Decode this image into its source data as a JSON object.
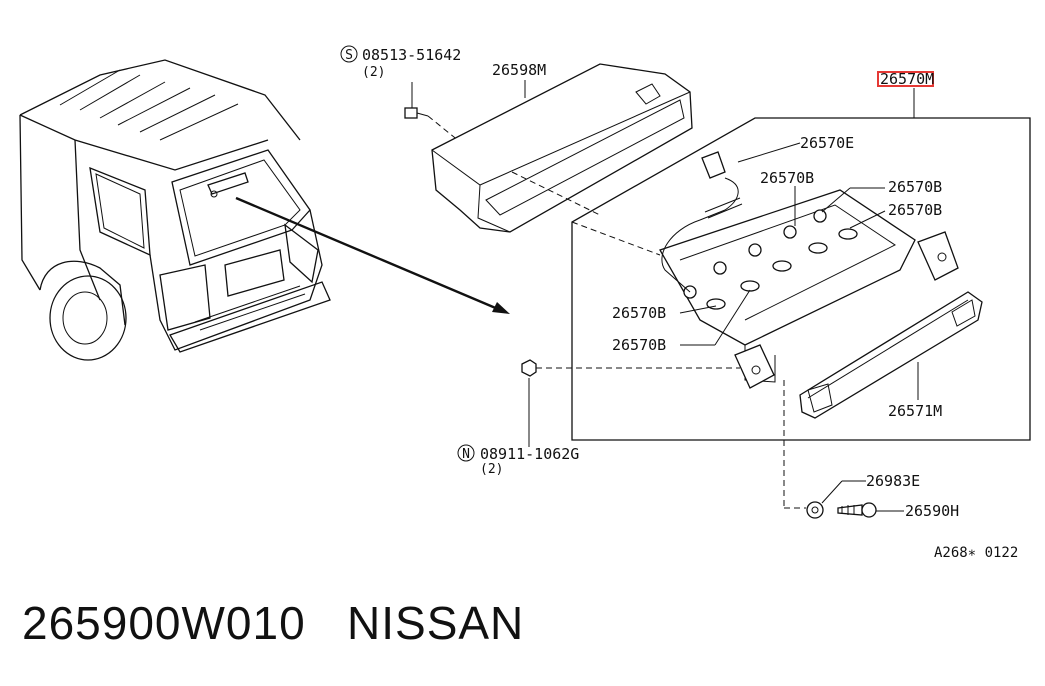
{
  "callouts": {
    "screw_code": "08513-51642",
    "screw_qty": "(2)",
    "screw_prefix": "S",
    "cover": "26598M",
    "assembly": "26570M",
    "harness": "26570E",
    "bulb": "26570B",
    "lens": "26571M",
    "nut_prefix": "N",
    "nut_code": "08911-1062G",
    "nut_qty": "(2)",
    "grommet": "26983E",
    "pin": "26590H"
  },
  "reference_code": "A268∗ 0122",
  "footer": {
    "part_number": "265900W010",
    "brand": "NISSAN"
  },
  "colors": {
    "highlight": "#e53935",
    "ink": "#111111",
    "background": "#ffffff"
  }
}
